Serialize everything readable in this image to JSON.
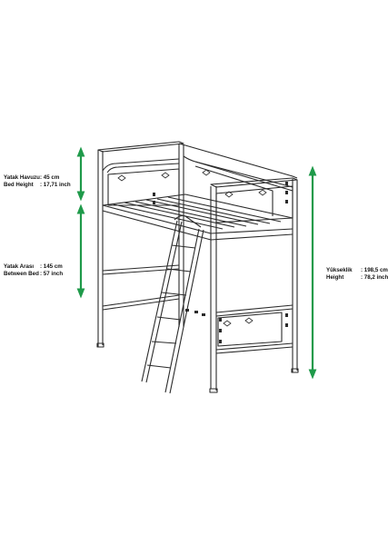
{
  "colors": {
    "arrow": "#1f9a4a",
    "line": "#2b2b2b",
    "background": "#ffffff"
  },
  "labels": {
    "mattress_pit": {
      "name": "Yatak Havuzu",
      "name_en": "Bed Height",
      "value": ": 45 cm",
      "value_en": ": 17,71 inch"
    },
    "between_bed": {
      "name": "Yatak Arası",
      "name_en": "Between Bed",
      "value": ": 145 cm",
      "value_en": ": 57 inch"
    },
    "height": {
      "name": "Yükseklik",
      "name_en": "Height",
      "value": ": 198,5 cm",
      "value_en": ": 78,2 inch"
    }
  }
}
